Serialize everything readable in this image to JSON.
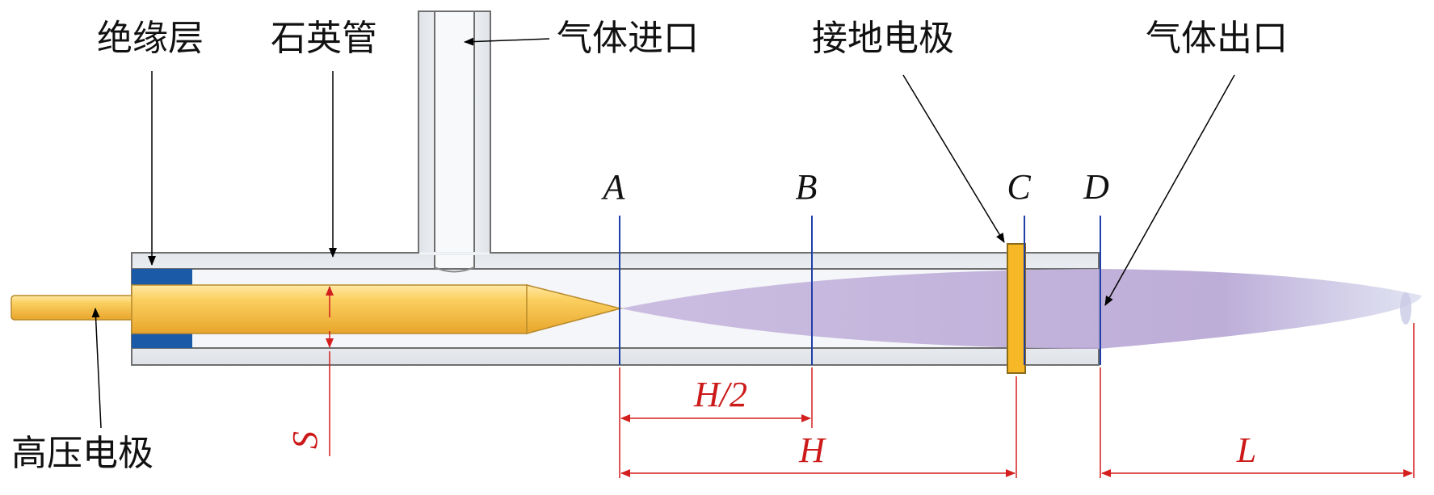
{
  "labels": {
    "insulation": "绝缘层",
    "quartz_tube": "石英管",
    "gas_inlet": "气体进口",
    "ground_electrode": "接地电极",
    "gas_outlet": "气体出口",
    "hv_electrode": "高压电极"
  },
  "points": {
    "a": "A",
    "b": "B",
    "c": "C",
    "d": "D"
  },
  "dimensions": {
    "s": "S",
    "half_h": "H/2",
    "h": "H",
    "l": "L"
  },
  "colors": {
    "tube_outline": "#6f6f6f",
    "tube_fill": "#eef1f5",
    "insulation": "#1a5aa6",
    "electrode": "#f7c33a",
    "plasma": "#b7a6d4",
    "dimension": "#d41f1f",
    "marker_line": "#1f3fa8"
  }
}
